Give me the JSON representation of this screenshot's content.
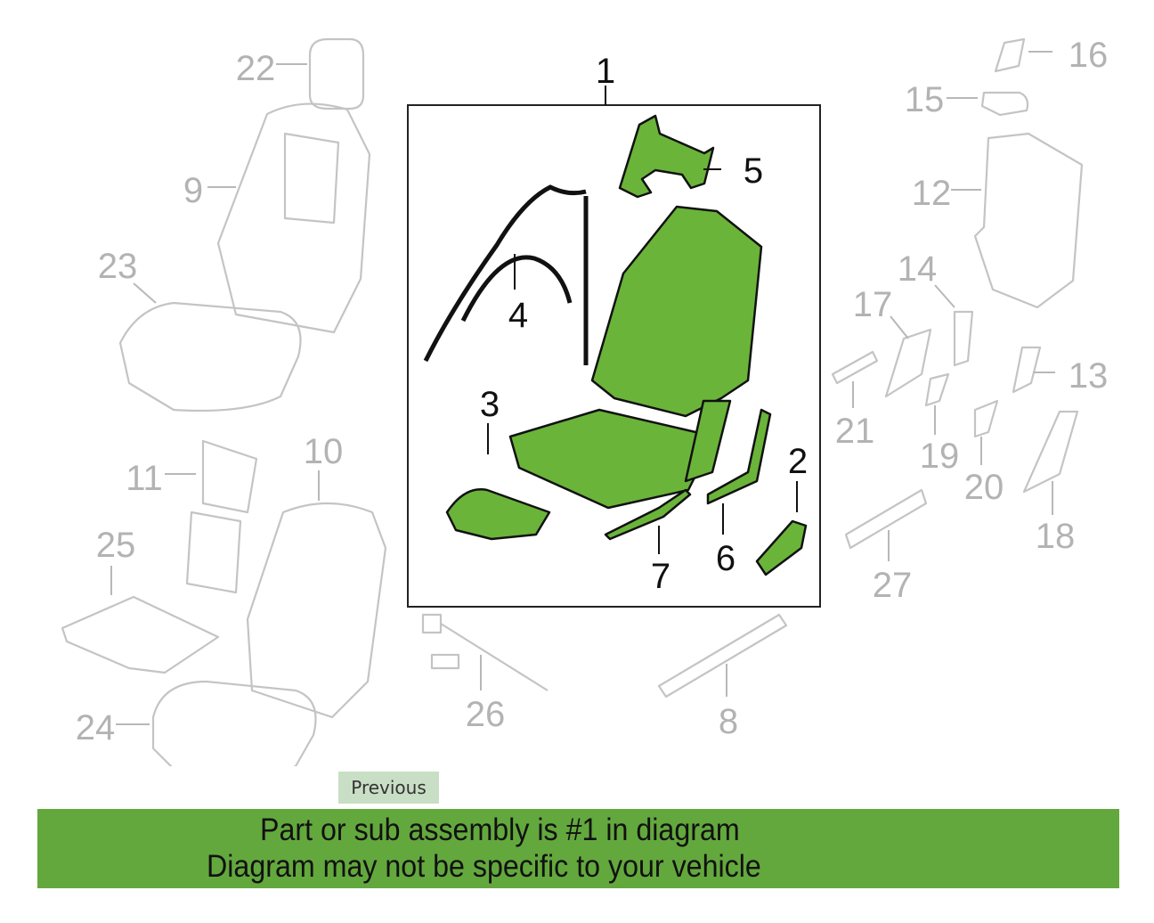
{
  "diagram": {
    "callouts": [
      "1",
      "2",
      "3",
      "4",
      "5",
      "6",
      "7",
      "8",
      "9",
      "10",
      "11",
      "12",
      "13",
      "14",
      "15",
      "16",
      "17",
      "18",
      "19",
      "20",
      "21",
      "22",
      "23",
      "24",
      "25",
      "26",
      "27"
    ],
    "highlight_color": "#6ab43a"
  },
  "banner": {
    "line1": "Part or sub assembly is #1 in diagram",
    "line2": "Diagram may not be specific to your vehicle",
    "color": "#63a83d"
  },
  "tooltip": {
    "label": "Previous"
  }
}
